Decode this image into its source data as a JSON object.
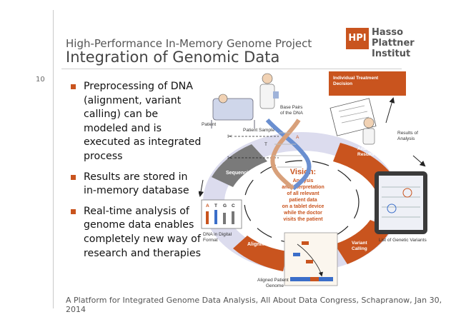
{
  "slide": {
    "page_number": "10",
    "subtitle": "High-Performance In-Memory Genome Project",
    "title": "Integration of Genomic Data",
    "footer": "A Platform for Integrated Genome Data Analysis, All About Data Congress, Schapranow, Jan 30, 2014",
    "accent_color": "#c9541e"
  },
  "logo": {
    "box_text": "HPI",
    "line1": "Hasso",
    "line2": "Plattner",
    "line3": "Institut"
  },
  "bullets": [
    "Preprocessing of DNA (alignment, variant calling) can be modeled and is executed as integrated process",
    "Results are stored in in-memory database",
    "Real-time analysis of genome data enables completely new way of research and therapies"
  ],
  "diagram": {
    "vision_title": "Vision:",
    "vision_lines": [
      "Analysis",
      "and interpretation",
      "of all relevant",
      "patient data",
      "on a tablet device",
      "while the doctor",
      "visits the patient"
    ],
    "labels": {
      "patient": "Patient",
      "patient_sample": "Patient Sample",
      "base_pairs_1": "Base Pairs",
      "base_pairs_2": "of the DNA",
      "individual_treatment_1": "Individual Treatment",
      "individual_treatment_2": "Decision",
      "results_analysis_1": "Results of",
      "results_analysis_2": "Analysis",
      "realtime_1": "Real-time",
      "realtime_2": "Analysis of",
      "realtime_3": "Results",
      "sequencing": "Sequencing",
      "dna_digital_1": "DNA in Digital",
      "dna_digital_2": "Format",
      "alignment": "Alignment",
      "variant_calling_1": "Variant",
      "variant_calling_2": "Calling",
      "list_variants": "List of Genetic Variants",
      "aligned_genome_1": "Aligned Patient",
      "aligned_genome_2": "Genome",
      "base_a": "A",
      "base_t": "T",
      "seq_letters": [
        "A",
        "T",
        "G",
        "C"
      ]
    }
  }
}
